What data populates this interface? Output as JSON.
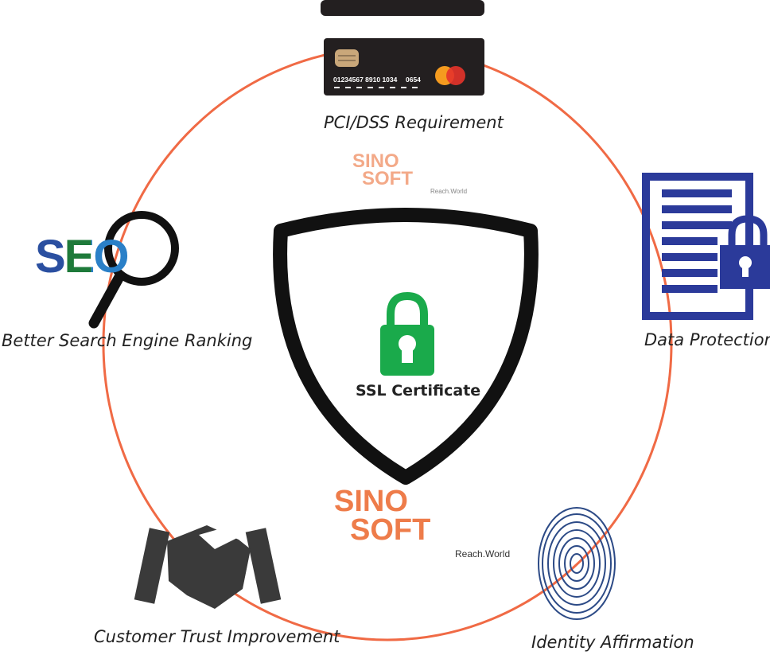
{
  "center": {
    "title": "SSL Certificate"
  },
  "benefits": [
    {
      "label": "PCI/DSS Requirement",
      "icon": "credit-card-icon"
    },
    {
      "label": "Data Protection",
      "icon": "locked-document-icon"
    },
    {
      "label": "Identity Affirmation",
      "icon": "fingerprint-icon"
    },
    {
      "label": "Customer Trust Improvement",
      "icon": "handshake-icon"
    },
    {
      "label": "Better Search Engine Ranking",
      "icon": "seo-magnifier-icon"
    }
  ],
  "card": {
    "number": "01234567 8910 1034",
    "code": "0654"
  },
  "seo_text": "SEO",
  "logo": {
    "line1": "SINO",
    "line2": "SOFT",
    "tagline": "Reach.World"
  },
  "colors": {
    "ring": "#f06a45",
    "lock": "#1aaa4b",
    "doc": "#2b3a9a",
    "logo": "#ee7c4a"
  }
}
